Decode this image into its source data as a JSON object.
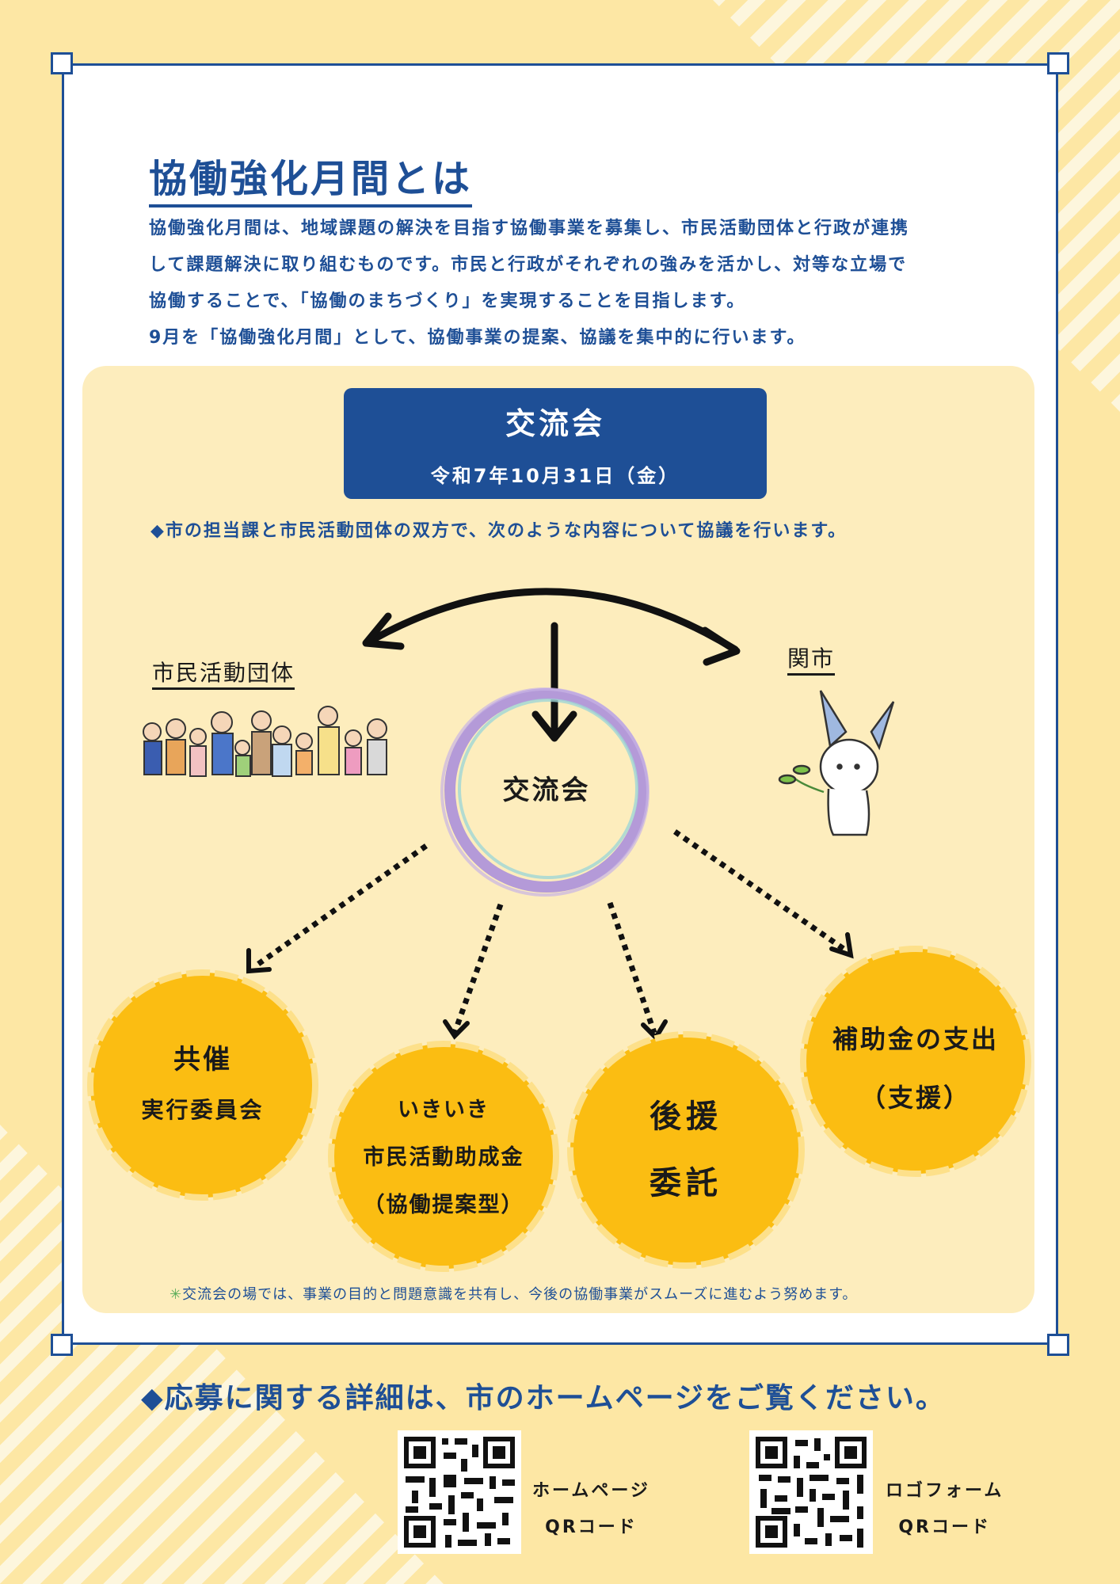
{
  "heading": {
    "title": "協働強化月間とは",
    "intro_lines": [
      "協働強化月間は、地域課題の解決を目指す協働事業を募集し、市民活動団体と行政が連携",
      "して課題解決に取り組むものです。市民と行政がそれぞれの強みを活かし、対等な立場で",
      "協働することで、「協働のまちづくり」を実現することを目指します。",
      "9月を「協働強化月間」として、協働事業の提案、協議を集中的に行います。"
    ]
  },
  "banner": {
    "title": "交流会",
    "date": "令和7年10月31日（金）"
  },
  "description": "◆市の担当課と市民活動団体の双方で、次のような内容について協議を行います。",
  "diagram": {
    "left_label": "市民活動団体",
    "right_label": "関市",
    "center_label": "交流会",
    "outcomes": [
      {
        "lines": [
          "共催",
          "実行委員会"
        ]
      },
      {
        "lines": [
          "いきいき",
          "市民活動助成金",
          "（協働提案型）"
        ]
      },
      {
        "lines": [
          "後援",
          "委託"
        ]
      },
      {
        "lines": [
          "補助金の支出",
          "（支援）"
        ]
      }
    ]
  },
  "note": {
    "mark": "✳",
    "text": "交流会の場では、事業の目的と問題意識を共有し、今後の協働事業がスムーズに進むよう努めます。"
  },
  "footer": {
    "text": "◆応募に関する詳細は、市のホームページをご覧ください。",
    "qr_codes": [
      {
        "line1": "ホームページ",
        "line2": "QRコード"
      },
      {
        "line1": "ロゴフォーム",
        "line2": "QRコード"
      }
    ]
  },
  "colors": {
    "navy": "#1e4f96",
    "background": "#fde7a4",
    "panel": "#fdedbd",
    "circle_fill": "#fbbd12",
    "ring": "#b49ad8"
  }
}
